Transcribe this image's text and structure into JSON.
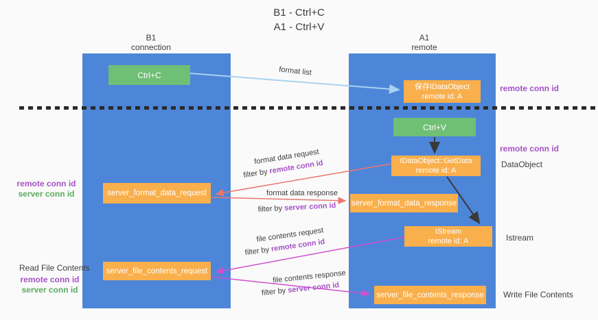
{
  "title": {
    "line1": "B1 - Ctrl+C",
    "line2": "A1 - Ctrl+V"
  },
  "lanes": {
    "left": {
      "title": "B1",
      "subtitle": "connection"
    },
    "right": {
      "title": "A1",
      "subtitle": "remote"
    }
  },
  "boxes": {
    "ctrl_c": {
      "label": "Ctrl+C"
    },
    "ctrl_v": {
      "label": "Ctrl+V"
    },
    "save_idataobject": {
      "line1": "保存IDataObject",
      "line2": "remote id: A"
    },
    "idataobject_getdata": {
      "line1": "IDataObject::GetData",
      "line2": "remote id: A"
    },
    "istream": {
      "line1": "IStream",
      "line2": "remote id: A"
    },
    "server_format_data_request": {
      "label": "server_format_data_request"
    },
    "server_format_data_response": {
      "label": "server_format_data_response"
    },
    "server_file_contents_request": {
      "label": "server_file_contents_request"
    },
    "server_file_contents_response": {
      "label": "server_file_contents_response"
    }
  },
  "arrow_labels": {
    "format_list": "format list",
    "format_data_request": "format data request",
    "format_data_response": "format data response",
    "file_contents_request": "file contents request",
    "file_contents_response": "file contents response",
    "filter_by": "filter by ",
    "remote_conn_id": "remote conn id",
    "server_conn_id": "server conn id"
  },
  "side_labels": {
    "remote_conn_id": "remote conn id",
    "server_conn_id": "server conn id",
    "dataobject": "DataObject",
    "istream": "Istream",
    "read_file_contents": "Read File Contents",
    "write_file_contents": "Write File Contents"
  },
  "colors": {
    "background": "#fafafa",
    "lane_blue": "#4d86d8",
    "box_green": "#6fbf75",
    "box_orange": "#f9af4b",
    "purple_text": "#a552c6",
    "green_text": "#5cab60",
    "arrow_light_blue": "#a8d2f0",
    "arrow_red": "#ea7670",
    "arrow_magenta": "#d14fce",
    "arrow_black": "#3a3a3a",
    "divider_black": "#2a2a2a"
  }
}
